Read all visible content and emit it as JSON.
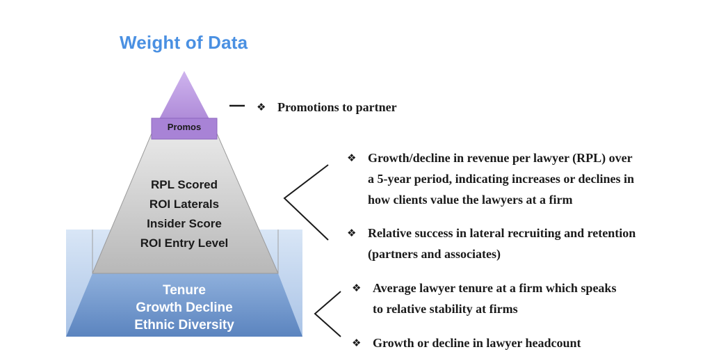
{
  "title": "Weight of Data",
  "tiers": {
    "top": {
      "label": "Promos",
      "color": "#b38ad9"
    },
    "middle": {
      "items": [
        "RPL Scored",
        "ROI Laterals",
        "Insider Score",
        "ROI Entry Level"
      ],
      "color": "#c8c8c8"
    },
    "base": {
      "items": [
        "Tenure",
        "Growth Decline",
        "Ethnic Diversity"
      ],
      "color": "#6f95c8"
    }
  },
  "bullet_symbol": "❖",
  "bullets": {
    "top": [
      "Promotions to partner"
    ],
    "middle": [
      [
        "Growth/decline in revenue per lawyer (RPL) over",
        "a 5-year period, indicating increases or declines in",
        "how clients value the lawyers at a firm"
      ],
      [
        "Relative success in lateral recruiting and retention",
        "(partners and associates)"
      ]
    ],
    "base": [
      [
        "Average lawyer tenure at a firm which speaks",
        "to relative stability at firms"
      ],
      [
        "Growth or decline in lawyer headcount"
      ]
    ]
  }
}
